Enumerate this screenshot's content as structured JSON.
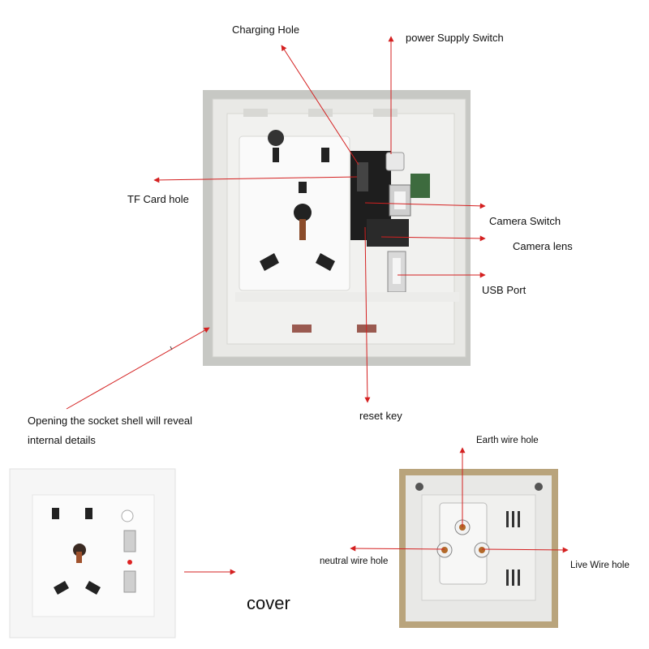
{
  "labels": {
    "charging_hole": "Charging Hole",
    "power_supply_switch": "power Supply Switch",
    "tf_card_hole": "TF Card hole",
    "camera_switch": "Camera Switch",
    "camera_lens": "Camera lens",
    "usb_port": "USB Port",
    "reset_key": "reset key",
    "opening_line1": "Opening the socket shell will reveal",
    "opening_line2": "internal details",
    "earth_wire_hole": "Earth wire hole",
    "neutral_wire_hole": "neutral wire hole",
    "live_wire_hole": "Live Wire hole",
    "cover": "cover"
  },
  "colors": {
    "arrow": "#d42020",
    "panel": "#f3f3f3",
    "photo_bg": "#c9cac6",
    "gold_frame": "#b9a47c"
  }
}
